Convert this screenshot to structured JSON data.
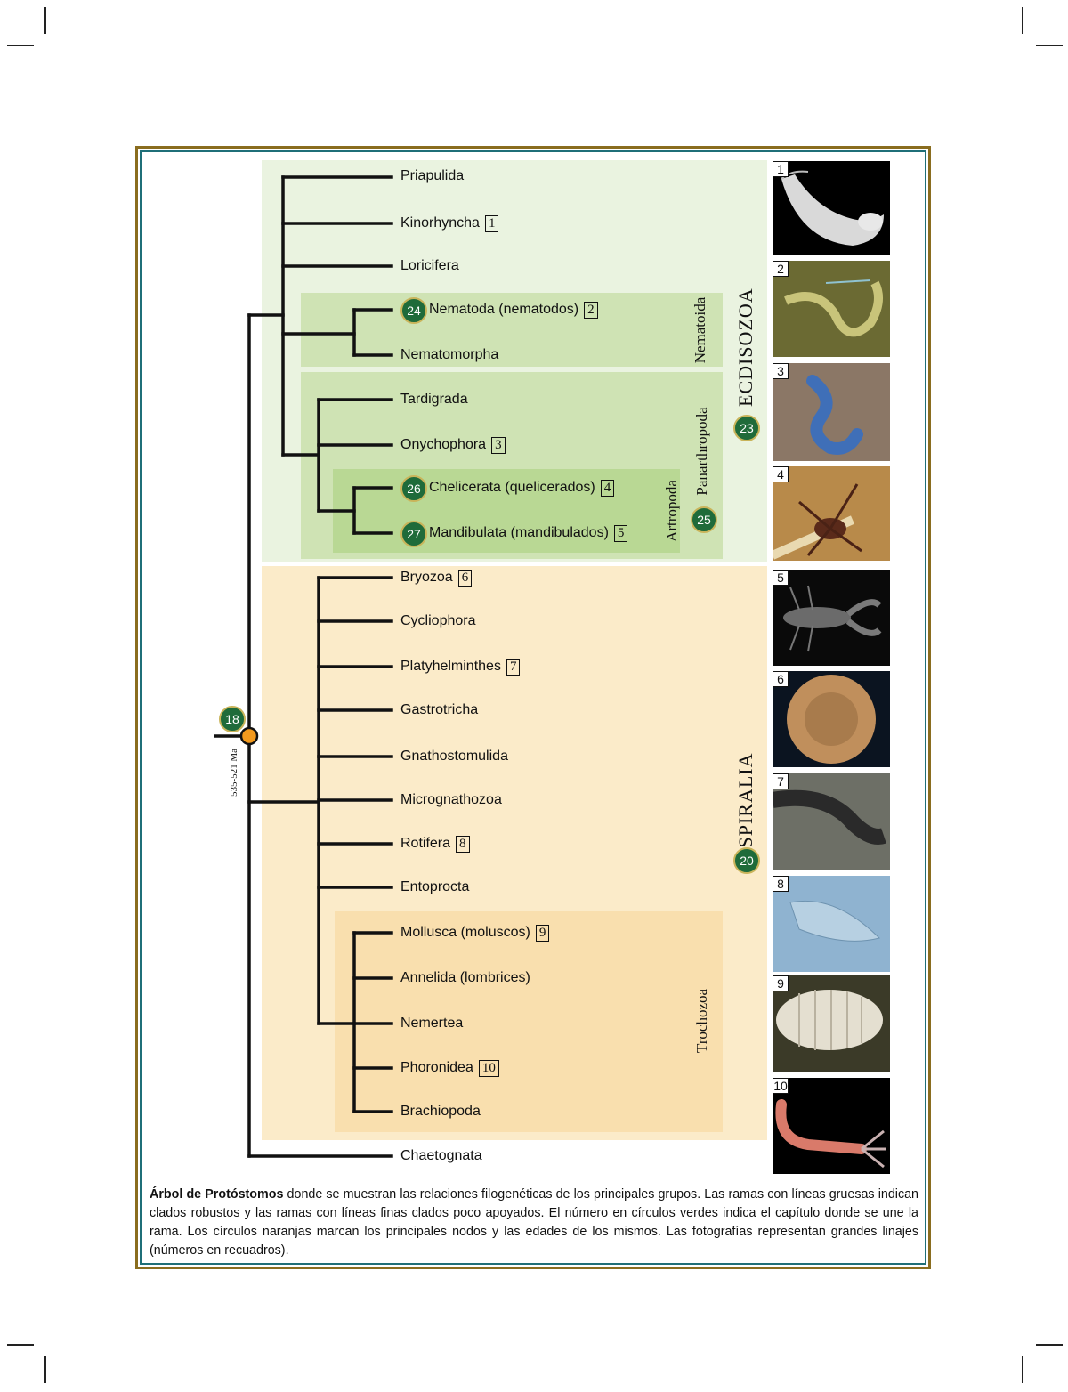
{
  "taxa": [
    {
      "id": "priapulida",
      "label": "Priapulida",
      "box": "",
      "badge": ""
    },
    {
      "id": "kinorhyncha",
      "label": "Kinorhyncha",
      "box": "1",
      "badge": ""
    },
    {
      "id": "loricifera",
      "label": "Loricifera",
      "box": "",
      "badge": ""
    },
    {
      "id": "nematoda",
      "label": "Nematoda (nematodos)",
      "box": "2",
      "badge": "24"
    },
    {
      "id": "nematomorpha",
      "label": "Nematomorpha",
      "box": "",
      "badge": ""
    },
    {
      "id": "tardigrada",
      "label": "Tardigrada",
      "box": "",
      "badge": ""
    },
    {
      "id": "onychophora",
      "label": "Onychophora",
      "box": "3",
      "badge": ""
    },
    {
      "id": "chelicerata",
      "label": "Chelicerata (quelicerados)",
      "box": "4",
      "badge": "26"
    },
    {
      "id": "mandibulata",
      "label": "Mandibulata (mandibulados)",
      "box": "5",
      "badge": "27"
    },
    {
      "id": "bryozoa",
      "label": "Bryozoa",
      "box": "6",
      "badge": ""
    },
    {
      "id": "cycliophora",
      "label": "Cycliophora",
      "box": "",
      "badge": ""
    },
    {
      "id": "platyhelminthes",
      "label": "Platyhelminthes",
      "box": "7",
      "badge": ""
    },
    {
      "id": "gastrotricha",
      "label": "Gastrotricha",
      "box": "",
      "badge": ""
    },
    {
      "id": "gnathostomulida",
      "label": "Gnathostomulida",
      "box": "",
      "badge": ""
    },
    {
      "id": "micrognathozoa",
      "label": "Micrognathozoa",
      "box": "",
      "badge": ""
    },
    {
      "id": "rotifera",
      "label": "Rotifera",
      "box": "8",
      "badge": ""
    },
    {
      "id": "entoprocta",
      "label": "Entoprocta",
      "box": "",
      "badge": ""
    },
    {
      "id": "mollusca",
      "label": "Mollusca (moluscos)",
      "box": "9",
      "badge": ""
    },
    {
      "id": "annelida",
      "label": "Annelida (lombrices)",
      "box": "",
      "badge": ""
    },
    {
      "id": "nemertea",
      "label": "Nemertea",
      "box": "",
      "badge": ""
    },
    {
      "id": "phoronidea",
      "label": "Phoronidea",
      "box": "10",
      "badge": ""
    },
    {
      "id": "brachiopoda",
      "label": "Brachiopoda",
      "box": "",
      "badge": ""
    },
    {
      "id": "chaetognata",
      "label": "Chaetognata",
      "box": "",
      "badge": ""
    }
  ],
  "clades": {
    "ecdysozoa": {
      "label": "ECDISOZOA",
      "badge": "23"
    },
    "spiralia": {
      "label": "SPIRALIA",
      "badge": "20"
    },
    "nematoida": {
      "label": "Nematoida"
    },
    "panarthropoda": {
      "label": "Panarthropoda",
      "badge": "25"
    },
    "arthropoda": {
      "label": "Artropoda"
    },
    "trochozoa": {
      "label": "Trochozoa"
    }
  },
  "root": {
    "badge": "18",
    "age": "535-521 Ma"
  },
  "photos": [
    "1",
    "2",
    "3",
    "4",
    "5",
    "6",
    "7",
    "8",
    "9",
    "10"
  ],
  "caption": {
    "bold": "Árbol de Protóstomos",
    "text": " donde se muestran las relaciones filogenéticas de los principales grupos. Las ramas con líneas gruesas indican clados robustos y las ramas con líneas finas clados poco apoyados. El número en círculos verdes indica el capítulo donde se une la rama. Los círculos naranjas marcan los principales nodos y las edades de los mismos. Las fotografías representan grandes linajes (números en recuadros)."
  },
  "colors": {
    "ecdysozoa_bg": "#eaf3e0",
    "nematoida_bg": "#cfe3b4",
    "panarthropoda_bg": "#cfe3b4",
    "arthropoda_bg": "#b9d894",
    "spiralia_bg": "#fbebc9",
    "trochozoa_bg": "#f9dfae",
    "badge_green": "#1f6b3a",
    "node_orange": "#f39a1e",
    "frame_gold": "#8a6d1f",
    "frame_teal": "#1f6f78"
  }
}
